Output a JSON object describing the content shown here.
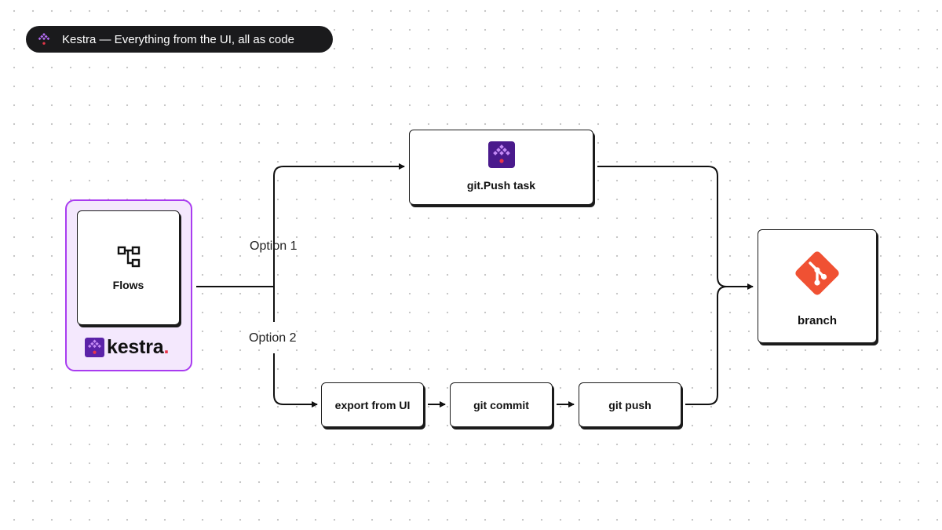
{
  "header": {
    "title": "Kestra — Everything from the UI, all as code",
    "logo_icon": "kestra-logo-icon"
  },
  "kestra_container": {
    "flows_label": "Flows",
    "flows_icon": "flow-diagram-icon",
    "brand_word": "kestra",
    "brand_dot": ".",
    "accent_color": "#a93cf0",
    "fill_color": "#f4e8fd"
  },
  "options": {
    "option1": "Option 1",
    "option2": "Option 2"
  },
  "nodes": {
    "push_task": "git.Push task",
    "export": "export from UI",
    "commit": "git commit",
    "push": "git push",
    "branch": "branch"
  },
  "icons": {
    "git_icon": "git-logo-icon",
    "git_color": "#f05133",
    "kestra_purple": "#5b23a8"
  }
}
